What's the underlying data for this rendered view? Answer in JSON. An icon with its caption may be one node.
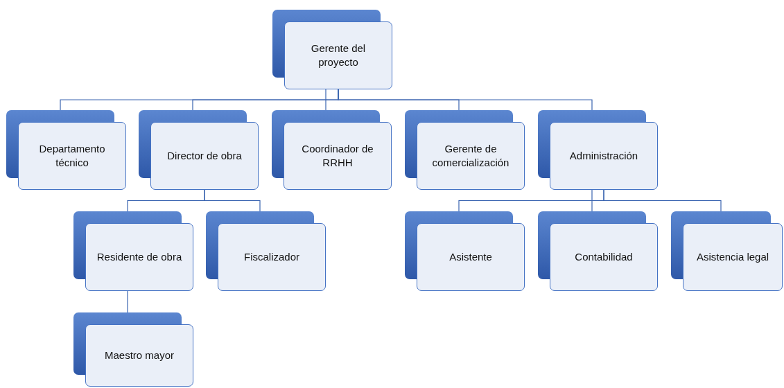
{
  "diagram": {
    "nodes": [
      {
        "text": [
          "Gerente del proyecto"
        ]
      },
      {
        "text": [
          "Departamento técnico"
        ]
      },
      {
        "text": [
          "Director de obra"
        ]
      },
      {
        "text": [
          "Coordinador de RRHH"
        ]
      },
      {
        "text": [
          "Gerente de comercialización"
        ]
      },
      {
        "text": [
          "Administración"
        ]
      },
      {
        "text": [
          "Residente de obra"
        ]
      },
      {
        "text": [
          "Fiscalizador"
        ]
      },
      {
        "text": [
          "Asistente"
        ]
      },
      {
        "text": [
          "Contabilidad"
        ]
      },
      {
        "text": [
          "Asistencia legal"
        ]
      },
      {
        "text": [
          "Maestro mayor"
        ]
      }
    ],
    "edges": [
      {
        "from": 0,
        "to": 1,
        "arrow": "none"
      },
      {
        "from": 0,
        "to": 2,
        "arrow": "none"
      },
      {
        "from": 0,
        "to": 3,
        "arrow": "none"
      },
      {
        "from": 0,
        "to": 4,
        "arrow": "none"
      },
      {
        "from": 0,
        "to": 5,
        "arrow": "none"
      },
      {
        "from": 2,
        "to": 6,
        "arrow": "none"
      },
      {
        "from": 2,
        "to": 7,
        "arrow": "none"
      },
      {
        "from": 5,
        "to": 8,
        "arrow": "none"
      },
      {
        "from": 5,
        "to": 9,
        "arrow": "none"
      },
      {
        "from": 5,
        "to": 10,
        "arrow": "none"
      },
      {
        "from": 6,
        "to": 11,
        "arrow": "none"
      }
    ]
  }
}
